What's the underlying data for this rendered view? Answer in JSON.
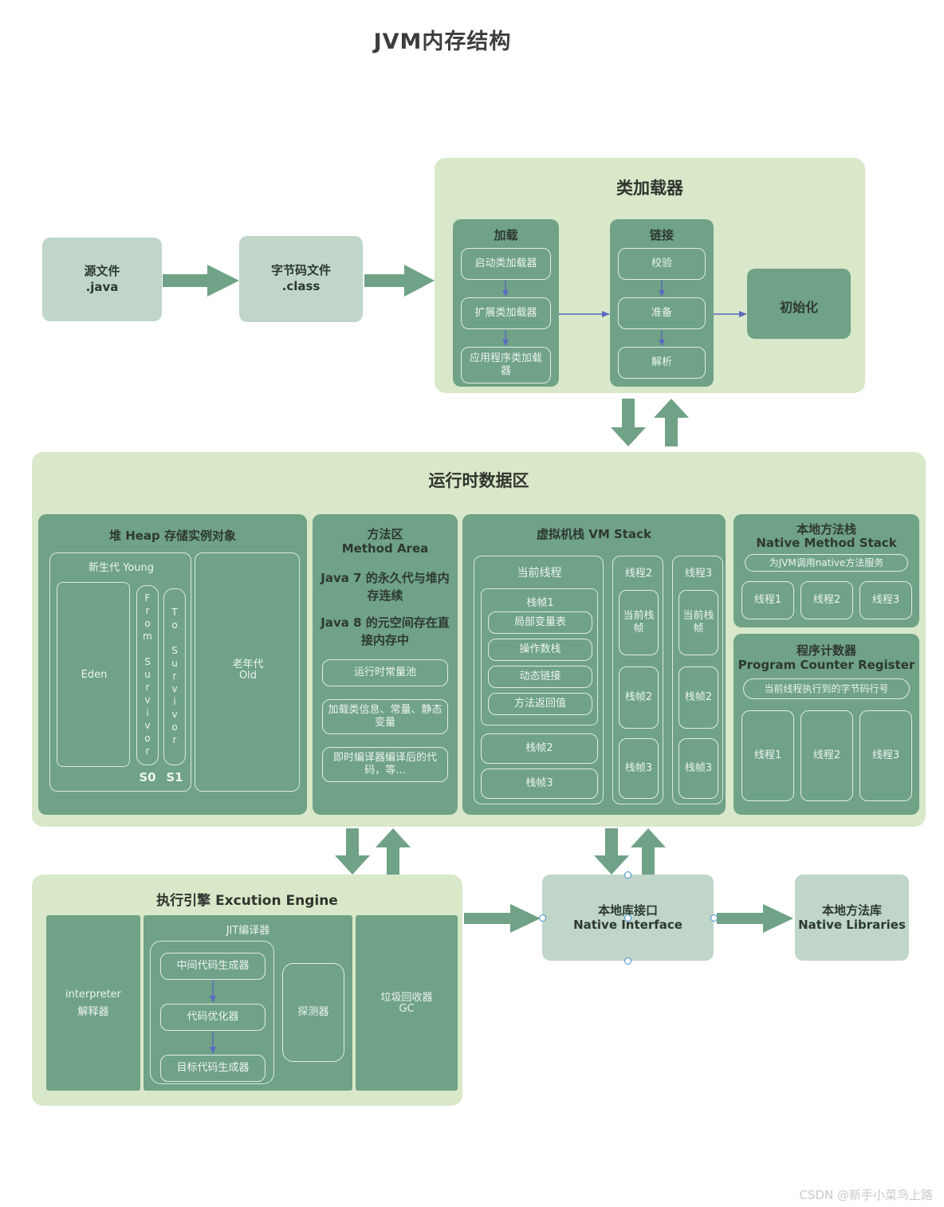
{
  "title": "JVM内存结构",
  "top_flow": {
    "source_file": {
      "line1": "源文件",
      "line2": ".java"
    },
    "bytecode_file": {
      "line1": "字节码文件",
      "line2": ".class"
    }
  },
  "class_loader": {
    "title": "类加载器",
    "loading": {
      "title": "加载",
      "steps": [
        "启动类加载器",
        "扩展类加载器",
        "应用程序类加载器"
      ]
    },
    "linking": {
      "title": "链接",
      "steps": [
        "校验",
        "准备",
        "解析"
      ]
    },
    "initialization": "初始化"
  },
  "runtime_data_area": {
    "title": "运行时数据区",
    "heap": {
      "title": "堆 Heap 存储实例对象",
      "young": {
        "title": "新生代 Young",
        "eden": "Eden",
        "from_survivor": "From Survivor",
        "to_survivor": "To Survivor",
        "s0": "S0",
        "s1": "S1"
      },
      "old": {
        "line1": "老年代",
        "line2": "Old"
      }
    },
    "method_area": {
      "title_cn": "方法区",
      "title_en": "Method Area",
      "note1": "Java 7 的永久代与堆内存连续",
      "note2": "Java 8 的元空间存在直接内存中",
      "items": [
        "运行时常量池",
        "加载类信息、常量、静态变量",
        "即时编译器编译后的代码，等..."
      ]
    },
    "vm_stack": {
      "title": "虚拟机栈 VM Stack",
      "current_thread": {
        "title": "当前线程",
        "frame1": {
          "title": "栈帧1",
          "items": [
            "局部变量表",
            "操作数栈",
            "动态链接",
            "方法返回值"
          ]
        },
        "frame2": "栈帧2",
        "frame3": "栈帧3"
      },
      "thread2": {
        "title": "线程2",
        "cells": [
          "当前栈帧",
          "栈帧2",
          "栈帧3"
        ]
      },
      "thread3": {
        "title": "线程3",
        "cells": [
          "当前栈帧",
          "栈帧2",
          "栈帧3"
        ]
      }
    },
    "native_method_stack": {
      "title_cn": "本地方法栈",
      "title_en": "Native Method Stack",
      "note": "为JVM调用native方法服务",
      "threads": [
        "线程1",
        "线程2",
        "线程3"
      ]
    },
    "program_counter": {
      "title_cn": "程序计数器",
      "title_en": "Program Counter Register",
      "note": "当前线程执行到的字节码行号",
      "threads": [
        "线程1",
        "线程2",
        "线程3"
      ]
    }
  },
  "execution_engine": {
    "title": "执行引擎 Excution Engine",
    "interpreter": {
      "line1": "interpreter",
      "line2": "解释器"
    },
    "jit": {
      "title": "JIT编译器",
      "steps": [
        "中间代码生成器",
        "代码优化器",
        "目标代码生成器"
      ],
      "profiler": "探测器"
    },
    "gc": {
      "line1": "垃圾回收器",
      "line2": "GC"
    }
  },
  "native_interface": {
    "line1": "本地库接口",
    "line2": "Native Interface"
  },
  "native_libraries": {
    "line1": "本地方法库",
    "line2": "Native Libraries"
  },
  "watermark": "CSDN @新手小菜鸟上路",
  "colors": {
    "container_green": "#d8e8c8",
    "teal": "#6fa287",
    "sage": "#bfd6c8",
    "dark_text": "#2e3831",
    "light_text": "#eef3ee",
    "flow_arrow": "#6fa287",
    "step_arrow": "#5b6abf",
    "handle_blue": "#3d8fd1",
    "watermark_gray": "#c8c8c8"
  }
}
